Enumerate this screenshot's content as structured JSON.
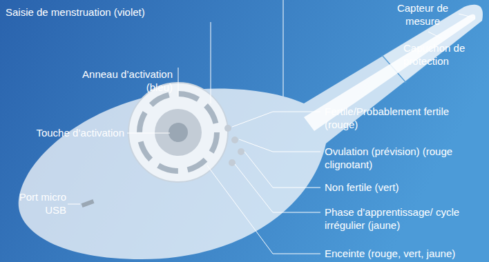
{
  "diagram": {
    "labels": [
      "Saisie de menstruation (violet)",
      "Capteur de mesure",
      "Capuchon de protection",
      "Anneau d’activation (bleu)",
      "Fertile/Probablement fertile (rouge)",
      "Touche d’activation",
      "Ovulation (prévision) (rouge clignotant)",
      "Non fertile (vert)",
      "Port micro USB",
      "Phase d’apprentissage/ cycle irrégulier (jaune)",
      "Enceinte (rouge, vert, jaune)"
    ]
  }
}
